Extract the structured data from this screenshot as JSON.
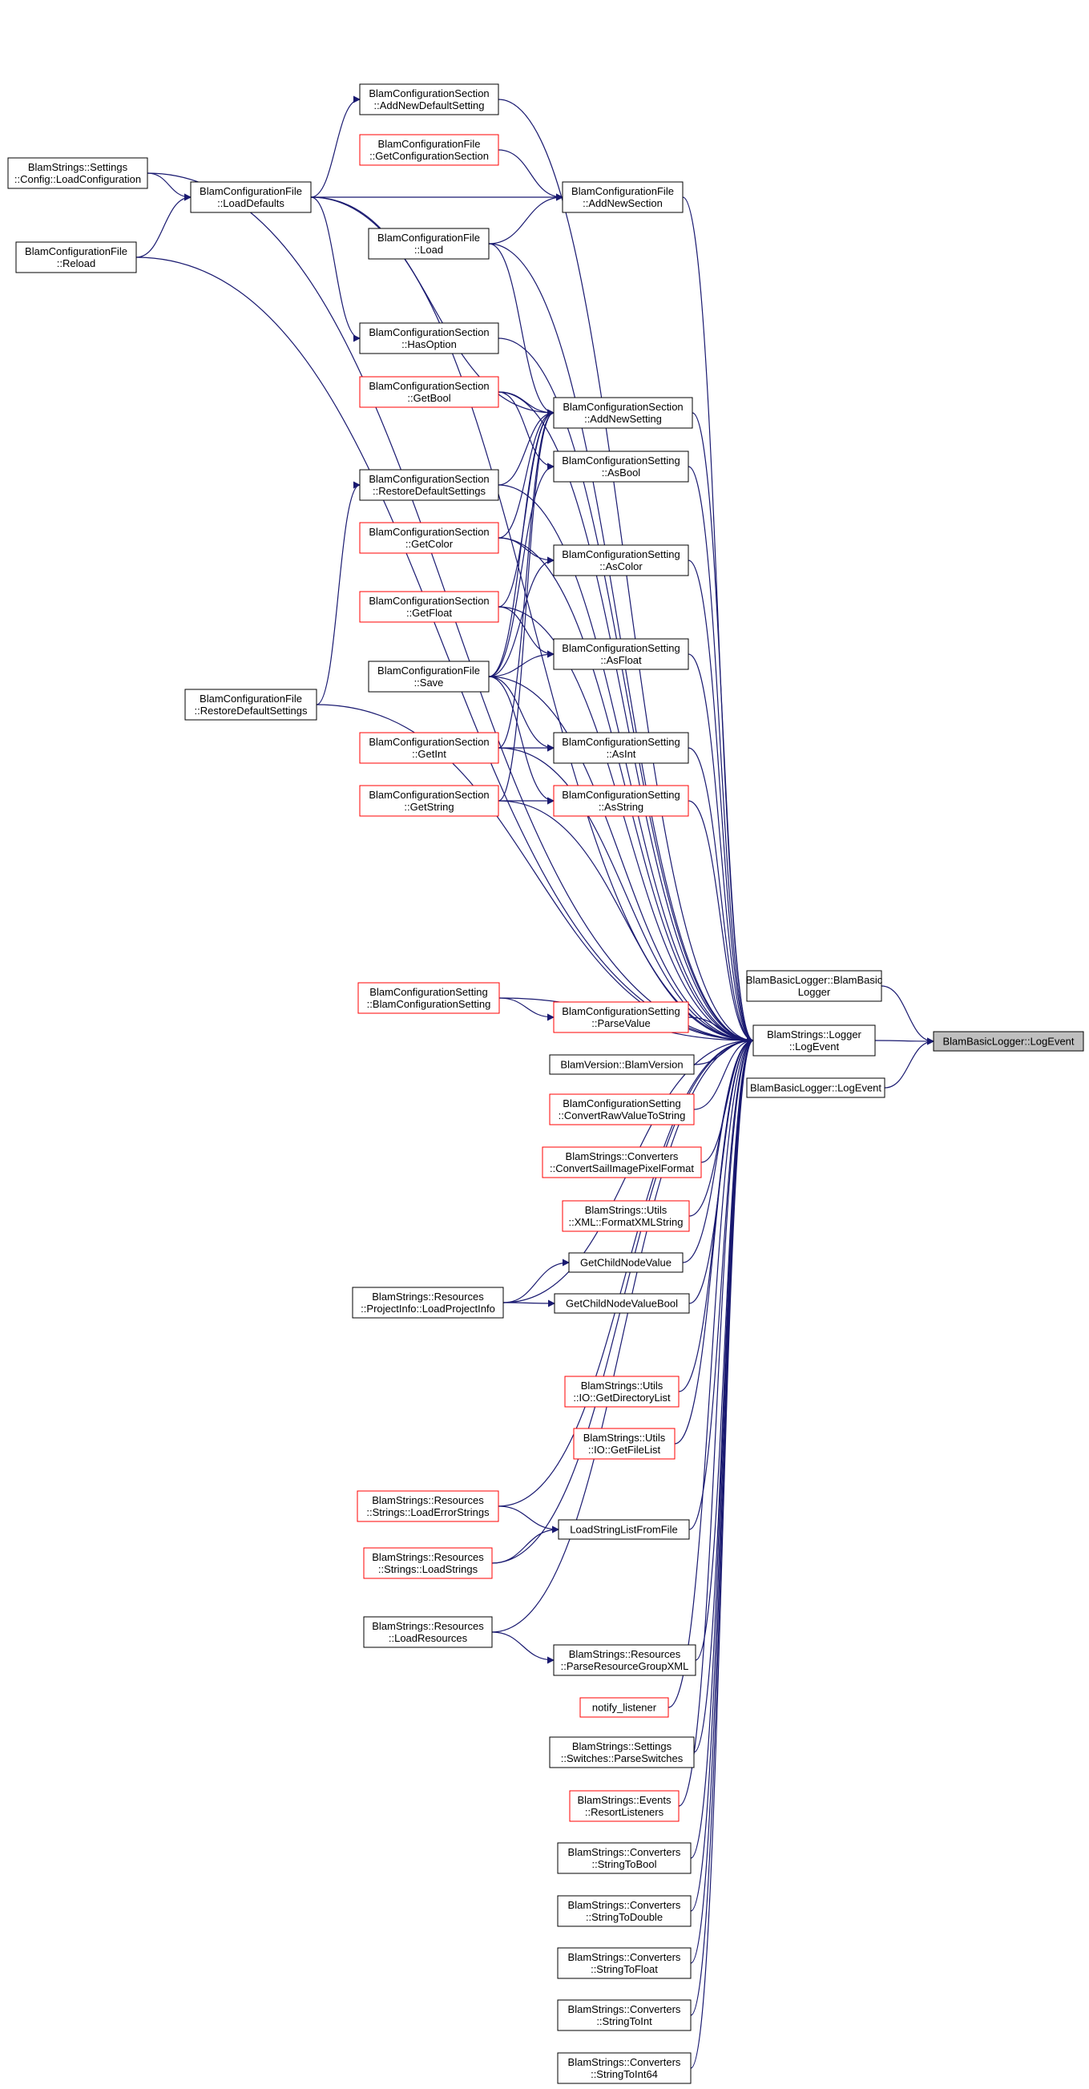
{
  "colors": {
    "edge": "#191970",
    "border_normal": "#000000",
    "border_incomplete": "#ff0000",
    "focus_fill": "#bfbfbf",
    "node_fill": "#ffffff"
  },
  "nodes": [
    {
      "id": "n_strings_loadconfig",
      "lines": [
        "BlamStrings::Settings",
        "::Config::LoadConfiguration"
      ],
      "style": "normal"
    },
    {
      "id": "n_file_reload",
      "lines": [
        "BlamConfigurationFile",
        "::Reload"
      ],
      "style": "normal"
    },
    {
      "id": "n_file_loaddefaults",
      "lines": [
        "BlamConfigurationFile",
        "::LoadDefaults"
      ],
      "style": "normal"
    },
    {
      "id": "n_file_restoredefaults",
      "lines": [
        "BlamConfigurationFile",
        "::RestoreDefaultSettings"
      ],
      "style": "normal"
    },
    {
      "id": "n_section_addnewdefault",
      "lines": [
        "BlamConfigurationSection",
        "::AddNewDefaultSetting"
      ],
      "style": "normal"
    },
    {
      "id": "n_file_getconfigsection",
      "lines": [
        "BlamConfigurationFile",
        "::GetConfigurationSection"
      ],
      "style": "incomplete"
    },
    {
      "id": "n_file_load",
      "lines": [
        "BlamConfigurationFile",
        "::Load"
      ],
      "style": "normal"
    },
    {
      "id": "n_section_hasoption",
      "lines": [
        "BlamConfigurationSection",
        "::HasOption"
      ],
      "style": "normal"
    },
    {
      "id": "n_section_getbool",
      "lines": [
        "BlamConfigurationSection",
        "::GetBool"
      ],
      "style": "incomplete"
    },
    {
      "id": "n_section_restoredefaults",
      "lines": [
        "BlamConfigurationSection",
        "::RestoreDefaultSettings"
      ],
      "style": "normal"
    },
    {
      "id": "n_section_getcolor",
      "lines": [
        "BlamConfigurationSection",
        "::GetColor"
      ],
      "style": "incomplete"
    },
    {
      "id": "n_section_getfloat",
      "lines": [
        "BlamConfigurationSection",
        "::GetFloat"
      ],
      "style": "incomplete"
    },
    {
      "id": "n_file_save",
      "lines": [
        "BlamConfigurationFile",
        "::Save"
      ],
      "style": "normal"
    },
    {
      "id": "n_section_getint",
      "lines": [
        "BlamConfigurationSection",
        "::GetInt"
      ],
      "style": "incomplete"
    },
    {
      "id": "n_section_getstring",
      "lines": [
        "BlamConfigurationSection",
        "::GetString"
      ],
      "style": "incomplete"
    },
    {
      "id": "n_file_addnewsection",
      "lines": [
        "BlamConfigurationFile",
        "::AddNewSection"
      ],
      "style": "normal"
    },
    {
      "id": "n_section_addnewsetting",
      "lines": [
        "BlamConfigurationSection",
        "::AddNewSetting"
      ],
      "style": "normal"
    },
    {
      "id": "n_setting_asbool",
      "lines": [
        "BlamConfigurationSetting",
        "::AsBool"
      ],
      "style": "normal"
    },
    {
      "id": "n_setting_ascolor",
      "lines": [
        "BlamConfigurationSetting",
        "::AsColor"
      ],
      "style": "normal"
    },
    {
      "id": "n_setting_asfloat",
      "lines": [
        "BlamConfigurationSetting",
        "::AsFloat"
      ],
      "style": "normal"
    },
    {
      "id": "n_setting_asint",
      "lines": [
        "BlamConfigurationSetting",
        "::AsInt"
      ],
      "style": "normal"
    },
    {
      "id": "n_setting_asstring",
      "lines": [
        "BlamConfigurationSetting",
        "::AsString"
      ],
      "style": "incomplete"
    },
    {
      "id": "n_setting_ctor",
      "lines": [
        "BlamConfigurationSetting",
        "::BlamConfigurationSetting"
      ],
      "style": "incomplete"
    },
    {
      "id": "n_setting_parsevalue",
      "lines": [
        "BlamConfigurationSetting",
        "::ParseValue"
      ],
      "style": "incomplete"
    },
    {
      "id": "n_version_ctor",
      "lines": [
        "BlamVersion::BlamVersion"
      ],
      "style": "normal"
    },
    {
      "id": "n_setting_convertraw",
      "lines": [
        "BlamConfigurationSetting",
        "::ConvertRawValueToString"
      ],
      "style": "incomplete"
    },
    {
      "id": "n_conv_sailimage",
      "lines": [
        "BlamStrings::Converters",
        "::ConvertSailImagePixelFormat"
      ],
      "style": "incomplete"
    },
    {
      "id": "n_xml_format",
      "lines": [
        "BlamStrings::Utils",
        "::XML::FormatXMLString"
      ],
      "style": "incomplete"
    },
    {
      "id": "n_getchildnodevalue",
      "lines": [
        "GetChildNodeValue"
      ],
      "style": "normal"
    },
    {
      "id": "n_loadprojectinfo",
      "lines": [
        "BlamStrings::Resources",
        "::ProjectInfo::LoadProjectInfo"
      ],
      "style": "normal"
    },
    {
      "id": "n_getchildnodevaluebool",
      "lines": [
        "GetChildNodeValueBool"
      ],
      "style": "normal"
    },
    {
      "id": "n_io_getdirlist",
      "lines": [
        "BlamStrings::Utils",
        "::IO::GetDirectoryList"
      ],
      "style": "incomplete"
    },
    {
      "id": "n_io_getfilelist",
      "lines": [
        "BlamStrings::Utils",
        "::IO::GetFileList"
      ],
      "style": "incomplete"
    },
    {
      "id": "n_loaderrorstrings",
      "lines": [
        "BlamStrings::Resources",
        "::Strings::LoadErrorStrings"
      ],
      "style": "incomplete"
    },
    {
      "id": "n_loadstringlist",
      "lines": [
        "LoadStringListFromFile"
      ],
      "style": "normal"
    },
    {
      "id": "n_loadstrings",
      "lines": [
        "BlamStrings::Resources",
        "::Strings::LoadStrings"
      ],
      "style": "incomplete"
    },
    {
      "id": "n_loadresources",
      "lines": [
        "BlamStrings::Resources",
        "::LoadResources"
      ],
      "style": "normal"
    },
    {
      "id": "n_parseresourcegroup",
      "lines": [
        "BlamStrings::Resources",
        "::ParseResourceGroupXML"
      ],
      "style": "normal"
    },
    {
      "id": "n_notify_listener",
      "lines": [
        "notify_listener"
      ],
      "style": "incomplete"
    },
    {
      "id": "n_parseswitches",
      "lines": [
        "BlamStrings::Settings",
        "::Switches::ParseSwitches"
      ],
      "style": "normal"
    },
    {
      "id": "n_resortlisteners",
      "lines": [
        "BlamStrings::Events",
        "::ResortListeners"
      ],
      "style": "incomplete"
    },
    {
      "id": "n_conv_bool",
      "lines": [
        "BlamStrings::Converters",
        "::StringToBool"
      ],
      "style": "normal"
    },
    {
      "id": "n_conv_double",
      "lines": [
        "BlamStrings::Converters",
        "::StringToDouble"
      ],
      "style": "normal"
    },
    {
      "id": "n_conv_float",
      "lines": [
        "BlamStrings::Converters",
        "::StringToFloat"
      ],
      "style": "normal"
    },
    {
      "id": "n_conv_int",
      "lines": [
        "BlamStrings::Converters",
        "::StringToInt"
      ],
      "style": "normal"
    },
    {
      "id": "n_conv_int64",
      "lines": [
        "BlamStrings::Converters",
        "::StringToInt64"
      ],
      "style": "normal"
    },
    {
      "id": "n_logger_logevent",
      "lines": [
        "BlamStrings::Logger",
        "::LogEvent"
      ],
      "style": "normal"
    },
    {
      "id": "n_basic_ctor",
      "lines": [
        "BlamBasicLogger::BlamBasic",
        "Logger"
      ],
      "style": "normal"
    },
    {
      "id": "n_basic_logevent2",
      "lines": [
        "BlamBasicLogger::LogEvent"
      ],
      "style": "normal"
    },
    {
      "id": "n_basic_logevent_focus",
      "lines": [
        "BlamBasicLogger::LogEvent"
      ],
      "style": "focus"
    }
  ],
  "edges": [
    [
      "n_file_loaddefaults",
      "n_strings_loadconfig"
    ],
    [
      "n_file_loaddefaults",
      "n_file_reload"
    ],
    [
      "n_section_addnewdefault",
      "n_file_loaddefaults"
    ],
    [
      "n_file_addnewsection",
      "n_file_loaddefaults"
    ],
    [
      "n_section_hasoption",
      "n_file_loaddefaults"
    ],
    [
      "n_section_addnewsetting",
      "n_file_loaddefaults"
    ],
    [
      "n_file_addnewsection",
      "n_file_getconfigsection"
    ],
    [
      "n_file_addnewsection",
      "n_file_load"
    ],
    [
      "n_section_addnewsetting",
      "n_file_load"
    ],
    [
      "n_section_addnewsetting",
      "n_section_getbool"
    ],
    [
      "n_section_addnewsetting",
      "n_section_restoredefaults"
    ],
    [
      "n_section_addnewsetting",
      "n_section_getcolor"
    ],
    [
      "n_section_addnewsetting",
      "n_section_getfloat"
    ],
    [
      "n_section_addnewsetting",
      "n_file_save"
    ],
    [
      "n_section_addnewsetting",
      "n_section_getint"
    ],
    [
      "n_section_addnewsetting",
      "n_section_getstring"
    ],
    [
      "n_section_restoredefaults",
      "n_file_restoredefaults"
    ],
    [
      "n_setting_asbool",
      "n_section_getbool"
    ],
    [
      "n_setting_asbool",
      "n_file_save"
    ],
    [
      "n_setting_ascolor",
      "n_section_getcolor"
    ],
    [
      "n_setting_ascolor",
      "n_file_save"
    ],
    [
      "n_setting_asfloat",
      "n_section_getfloat"
    ],
    [
      "n_setting_asfloat",
      "n_file_save"
    ],
    [
      "n_setting_asint",
      "n_section_getint"
    ],
    [
      "n_setting_asint",
      "n_file_save"
    ],
    [
      "n_setting_asstring",
      "n_section_getstring"
    ],
    [
      "n_setting_asstring",
      "n_file_save"
    ],
    [
      "n_setting_parsevalue",
      "n_setting_ctor"
    ],
    [
      "n_getchildnodevalue",
      "n_loadprojectinfo"
    ],
    [
      "n_getchildnodevaluebool",
      "n_loadprojectinfo"
    ],
    [
      "n_loadstringlist",
      "n_loaderrorstrings"
    ],
    [
      "n_loadstringlist",
      "n_loadstrings"
    ],
    [
      "n_parseresourcegroup",
      "n_loadresources"
    ],
    [
      "n_logger_logevent",
      "n_strings_loadconfig"
    ],
    [
      "n_logger_logevent",
      "n_file_reload"
    ],
    [
      "n_logger_logevent",
      "n_file_loaddefaults"
    ],
    [
      "n_logger_logevent",
      "n_file_restoredefaults"
    ],
    [
      "n_logger_logevent",
      "n_section_addnewdefault"
    ],
    [
      "n_logger_logevent",
      "n_file_load"
    ],
    [
      "n_logger_logevent",
      "n_section_hasoption"
    ],
    [
      "n_logger_logevent",
      "n_section_getbool"
    ],
    [
      "n_logger_logevent",
      "n_section_restoredefaults"
    ],
    [
      "n_logger_logevent",
      "n_section_getcolor"
    ],
    [
      "n_logger_logevent",
      "n_section_getfloat"
    ],
    [
      "n_logger_logevent",
      "n_file_save"
    ],
    [
      "n_logger_logevent",
      "n_section_getint"
    ],
    [
      "n_logger_logevent",
      "n_section_getstring"
    ],
    [
      "n_logger_logevent",
      "n_file_addnewsection"
    ],
    [
      "n_logger_logevent",
      "n_section_addnewsetting"
    ],
    [
      "n_logger_logevent",
      "n_setting_asbool"
    ],
    [
      "n_logger_logevent",
      "n_setting_ascolor"
    ],
    [
      "n_logger_logevent",
      "n_setting_asfloat"
    ],
    [
      "n_logger_logevent",
      "n_setting_asint"
    ],
    [
      "n_logger_logevent",
      "n_setting_asstring"
    ],
    [
      "n_logger_logevent",
      "n_setting_ctor"
    ],
    [
      "n_logger_logevent",
      "n_setting_parsevalue"
    ],
    [
      "n_logger_logevent",
      "n_version_ctor"
    ],
    [
      "n_logger_logevent",
      "n_setting_convertraw"
    ],
    [
      "n_logger_logevent",
      "n_conv_sailimage"
    ],
    [
      "n_logger_logevent",
      "n_xml_format"
    ],
    [
      "n_logger_logevent",
      "n_getchildnodevalue"
    ],
    [
      "n_logger_logevent",
      "n_getchildnodevaluebool"
    ],
    [
      "n_logger_logevent",
      "n_loadprojectinfo"
    ],
    [
      "n_logger_logevent",
      "n_io_getdirlist"
    ],
    [
      "n_logger_logevent",
      "n_io_getfilelist"
    ],
    [
      "n_logger_logevent",
      "n_loaderrorstrings"
    ],
    [
      "n_logger_logevent",
      "n_loadstringlist"
    ],
    [
      "n_logger_logevent",
      "n_loadstrings"
    ],
    [
      "n_logger_logevent",
      "n_loadresources"
    ],
    [
      "n_logger_logevent",
      "n_parseresourcegroup"
    ],
    [
      "n_logger_logevent",
      "n_notify_listener"
    ],
    [
      "n_logger_logevent",
      "n_parseswitches"
    ],
    [
      "n_logger_logevent",
      "n_resortlisteners"
    ],
    [
      "n_logger_logevent",
      "n_conv_bool"
    ],
    [
      "n_logger_logevent",
      "n_conv_double"
    ],
    [
      "n_logger_logevent",
      "n_conv_float"
    ],
    [
      "n_logger_logevent",
      "n_conv_int"
    ],
    [
      "n_logger_logevent",
      "n_conv_int64"
    ],
    [
      "n_basic_logevent_focus",
      "n_basic_ctor"
    ],
    [
      "n_basic_logevent_focus",
      "n_logger_logevent"
    ],
    [
      "n_basic_logevent_focus",
      "n_basic_logevent2"
    ]
  ]
}
